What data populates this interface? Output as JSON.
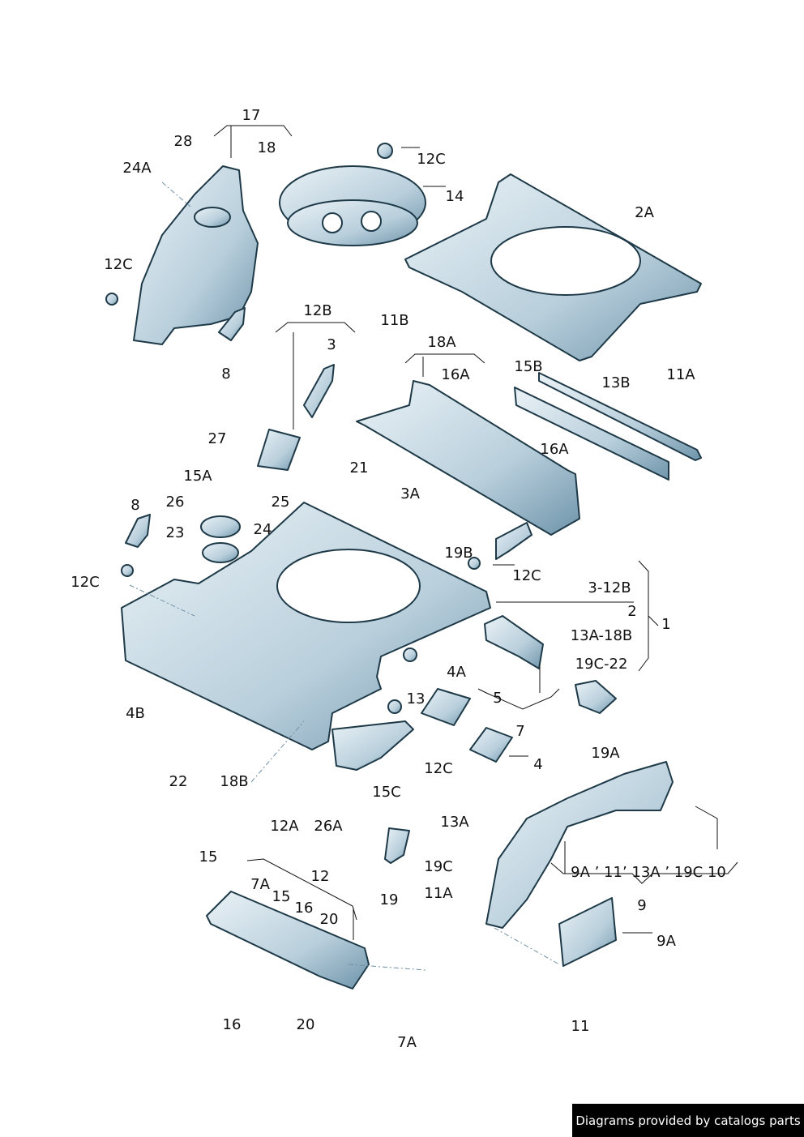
{
  "labels": [
    "17",
    "28",
    "18",
    "24A",
    "12C",
    "14",
    "2A",
    "12C",
    "11B",
    "12B",
    "3",
    "8",
    "18A",
    "16A",
    "15B",
    "13B",
    "11A",
    "27",
    "16A",
    "15A",
    "21",
    "3A",
    "26",
    "25",
    "8",
    "23",
    "24",
    "19B",
    "12C",
    "12C",
    "3-12B",
    "2",
    "1",
    "13A-18B",
    "19C-22",
    "4A",
    "5",
    "13",
    "4B",
    "7",
    "4",
    "12C",
    "19A",
    "22",
    "18B",
    "15C",
    "12A",
    "26A",
    "13A",
    "15",
    "12",
    "7A",
    "15",
    "16",
    "20",
    "9A ’ 11’ 13A ’ 19C  10",
    "19C",
    "19",
    "11A",
    "9",
    "9A",
    "16",
    "20",
    "11",
    "7A"
  ],
  "footer": "Diagrams provided by catalogs parts",
  "colors": {
    "part_light": "#e3eef4",
    "part_dark": "#7fa3b8",
    "outline": "#1e3a48"
  }
}
